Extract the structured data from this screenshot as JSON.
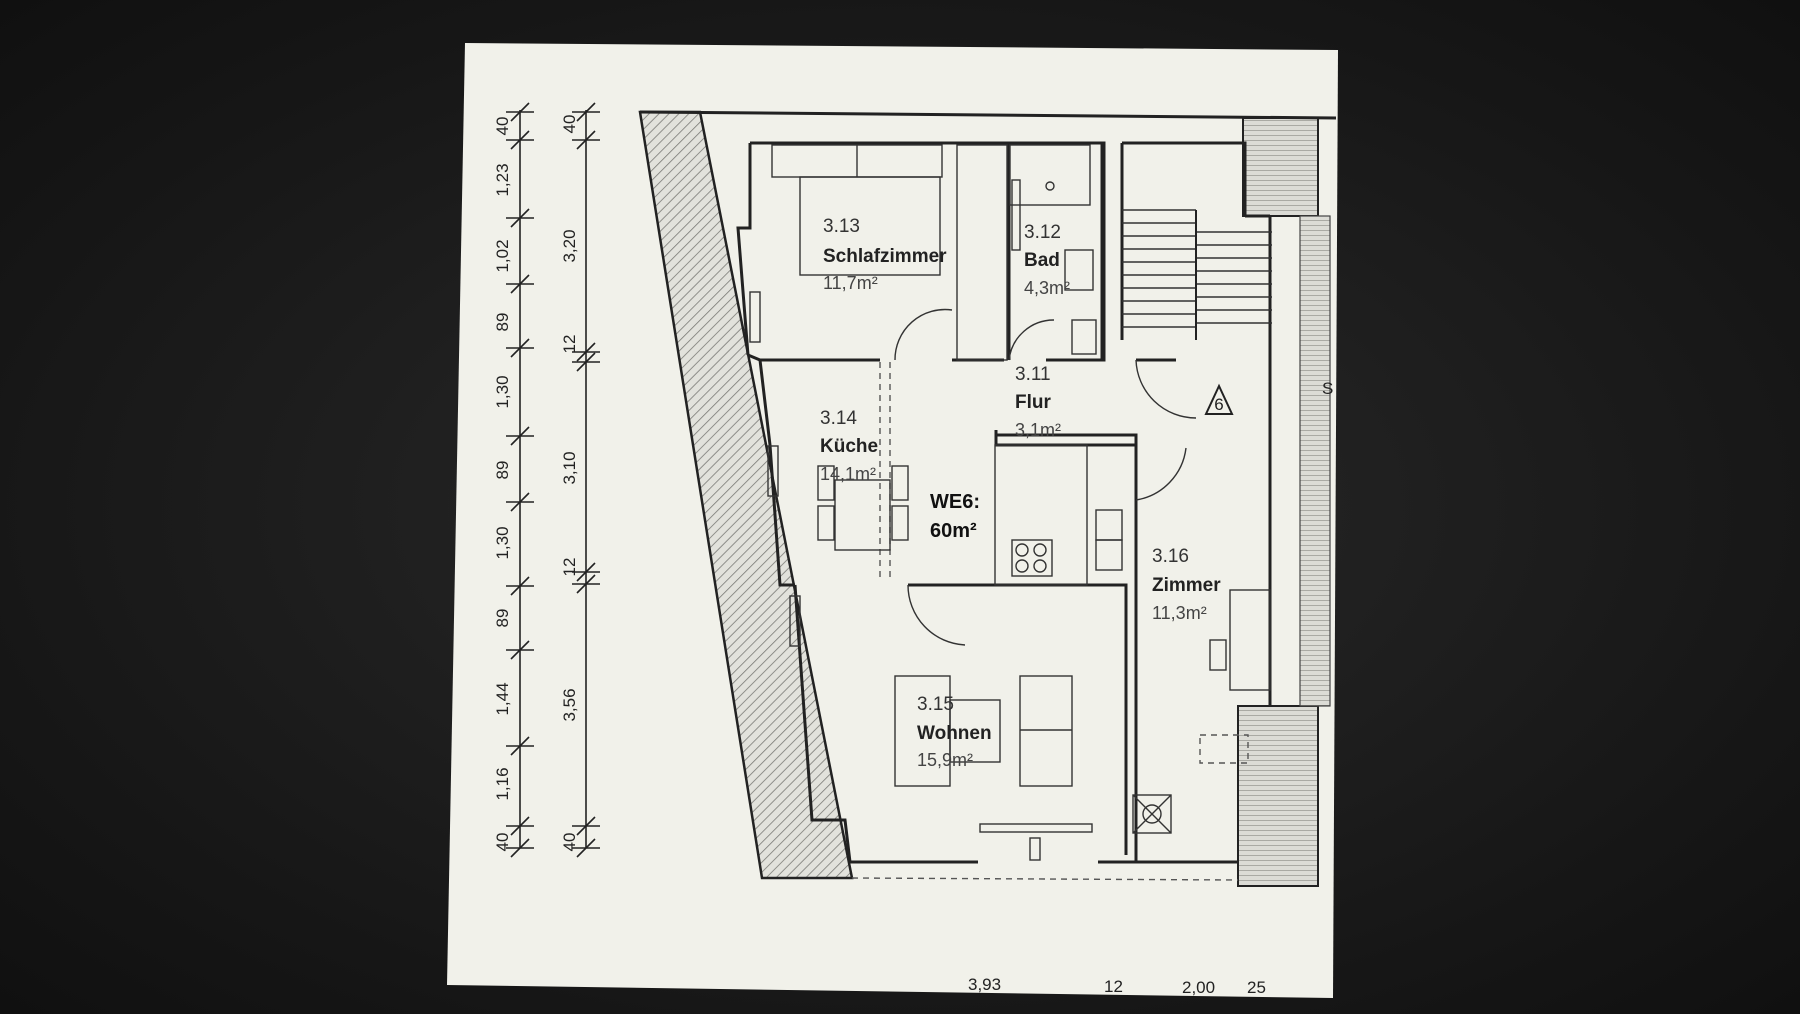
{
  "plan": {
    "unit": {
      "label": "WE6:",
      "area": "60m²"
    },
    "rooms": [
      {
        "id": "3-13",
        "number": "3.13",
        "name": "Schlafzimmer",
        "area": "11,7m²"
      },
      {
        "id": "3-12",
        "number": "3.12",
        "name": "Bad",
        "area": "4,3m²"
      },
      {
        "id": "3-11",
        "number": "3.11",
        "name": "Flur",
        "area": "3,1m²"
      },
      {
        "id": "3-14",
        "number": "3.14",
        "name": "Küche",
        "area": "14,1m²"
      },
      {
        "id": "3-15",
        "number": "3.15",
        "name": "Wohnen",
        "area": "15,9m²"
      },
      {
        "id": "3-16",
        "number": "3.16",
        "name": "Zimmer",
        "area": "11,3m²"
      }
    ],
    "dims_left": [
      "40",
      "1,23",
      "1,02",
      "89",
      "1,30",
      "89",
      "1,30",
      "89",
      "1,44",
      "1,16",
      "40"
    ],
    "dims_right": [
      "40",
      "3,20",
      "12",
      "3,10",
      "12",
      "3,56",
      "40"
    ],
    "dims_bottom": [
      "3,93",
      "12",
      "2,00",
      "25"
    ],
    "stair_marker": "6",
    "edge_letter": "S"
  }
}
